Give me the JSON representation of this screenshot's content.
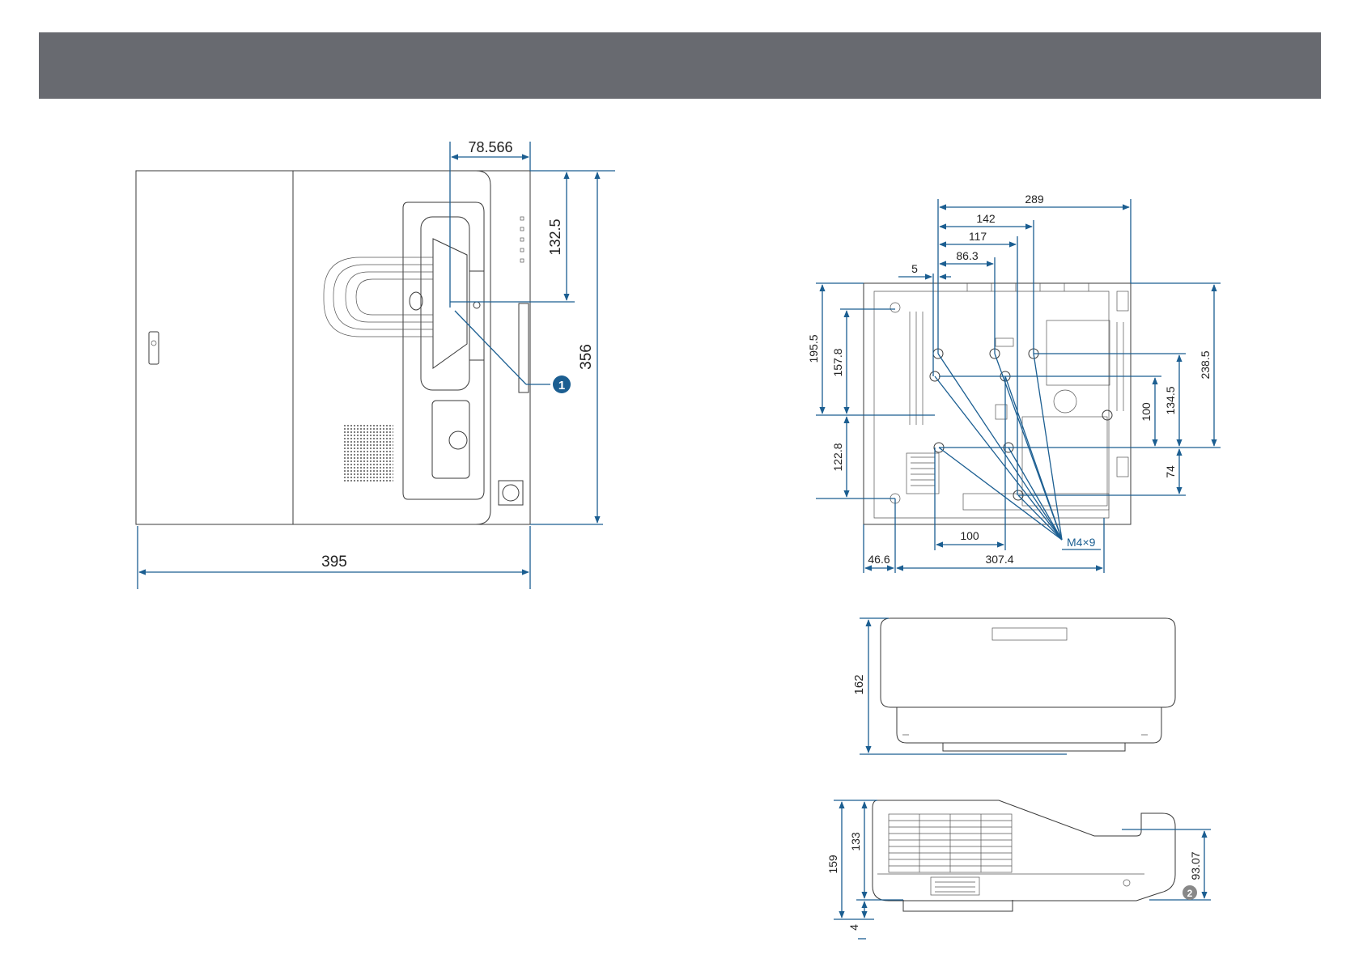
{
  "header": {
    "title": ""
  },
  "top_view": {
    "dims": {
      "lens_offset_x": "78.566",
      "lens_offset_y": "132.5",
      "depth": "356",
      "width": "395"
    },
    "callout_1": "1"
  },
  "bottom_view": {
    "dims": {
      "w289": "289",
      "w142": "142",
      "w117": "117",
      "w86": "86.3",
      "w5": "5",
      "h195": "195.5",
      "h157": "157.8",
      "h122": "122.8",
      "h238": "238.5",
      "h134": "134.5",
      "h100": "100",
      "h74": "74",
      "b100": "100",
      "b46": "46.6",
      "b307": "307.4"
    },
    "screw_label": "M4×9"
  },
  "front_view": {
    "dims": {
      "height": "162"
    }
  },
  "side_view": {
    "dims": {
      "h159": "159",
      "h133": "133",
      "h4": "4",
      "h93": "93.07"
    },
    "callout_2": "2"
  },
  "colors": {
    "header": "#686a70",
    "dimension": "#1b5e91",
    "outline": "#3a3a3a"
  }
}
